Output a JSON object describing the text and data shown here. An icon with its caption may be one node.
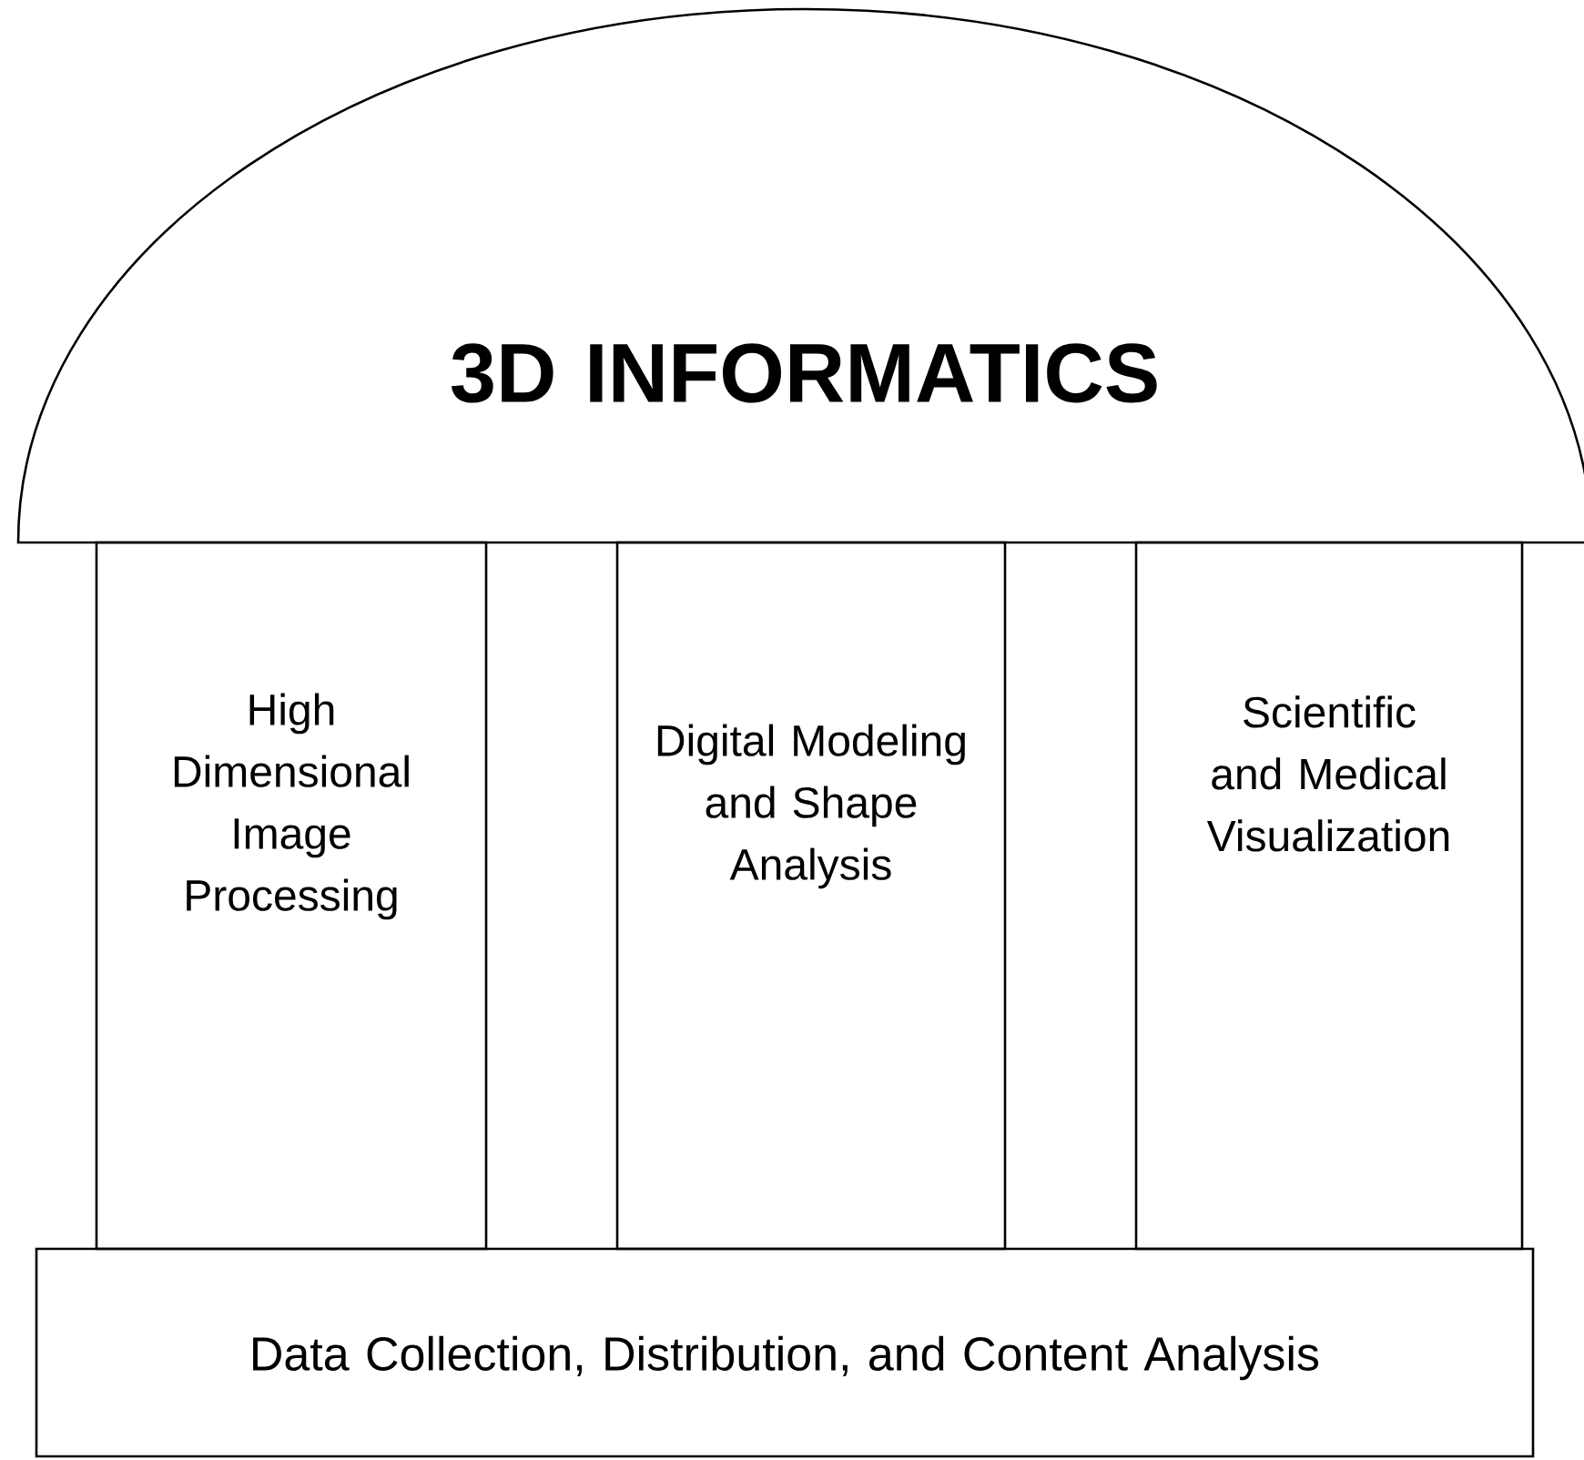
{
  "diagram": {
    "nodes": [
      {
        "text": [
          "3D INFORMATICS"
        ]
      },
      {
        "text": [
          "High Dimensional Image Processing"
        ]
      },
      {
        "text": [
          "Digital Modeling and Shape Analysis"
        ]
      },
      {
        "text": [
          "Scientific and Medical Visualization"
        ]
      },
      {
        "text": [
          "Data Collection, Distribution, and Content Analysis"
        ]
      }
    ]
  }
}
